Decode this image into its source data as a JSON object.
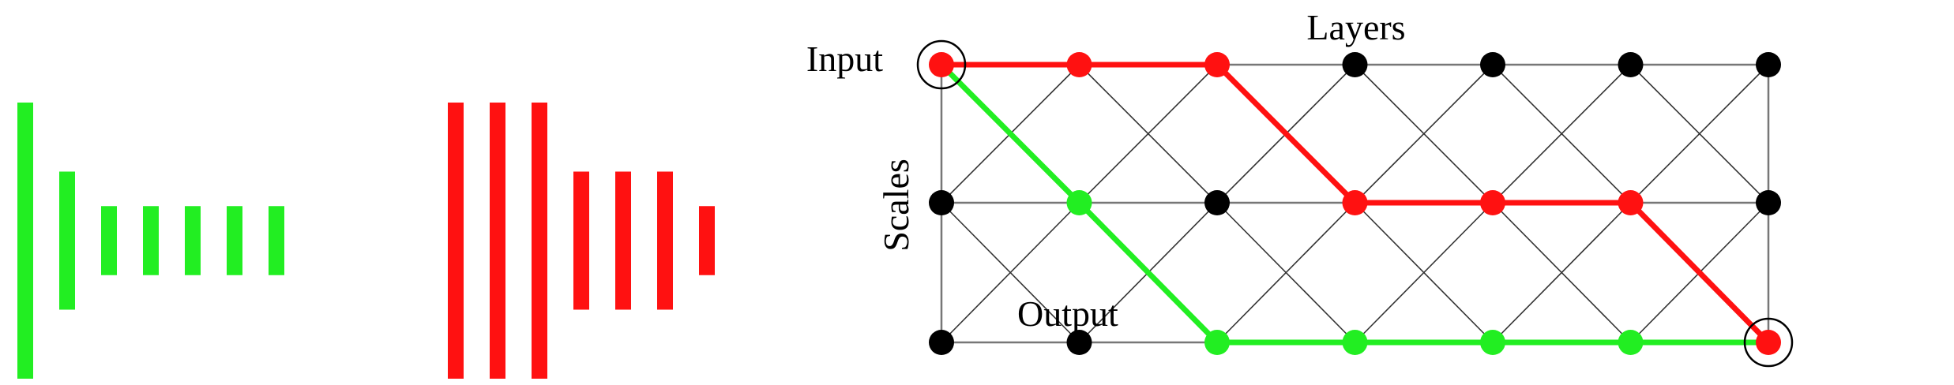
{
  "labels": {
    "input": "Input",
    "output": "Output",
    "layers": "Layers",
    "scales": "Scales"
  },
  "colors": {
    "green": "#22ee22",
    "red": "#ff1111",
    "node_default": "#000000",
    "grid_line": "#777777",
    "diag_line": "#333333"
  },
  "network": {
    "layers": 7,
    "scales": 3,
    "green_path_scales": [
      0,
      1,
      2,
      2,
      2,
      2,
      2
    ],
    "red_path_scales": [
      0,
      0,
      0,
      1,
      1,
      1,
      2
    ]
  },
  "green_bars": {
    "relative_heights": [
      1.0,
      0.5,
      0.25,
      0.25,
      0.25,
      0.25,
      0.25
    ]
  },
  "red_bars": {
    "relative_heights": [
      1.0,
      1.0,
      1.0,
      0.5,
      0.5,
      0.5,
      0.25
    ]
  }
}
